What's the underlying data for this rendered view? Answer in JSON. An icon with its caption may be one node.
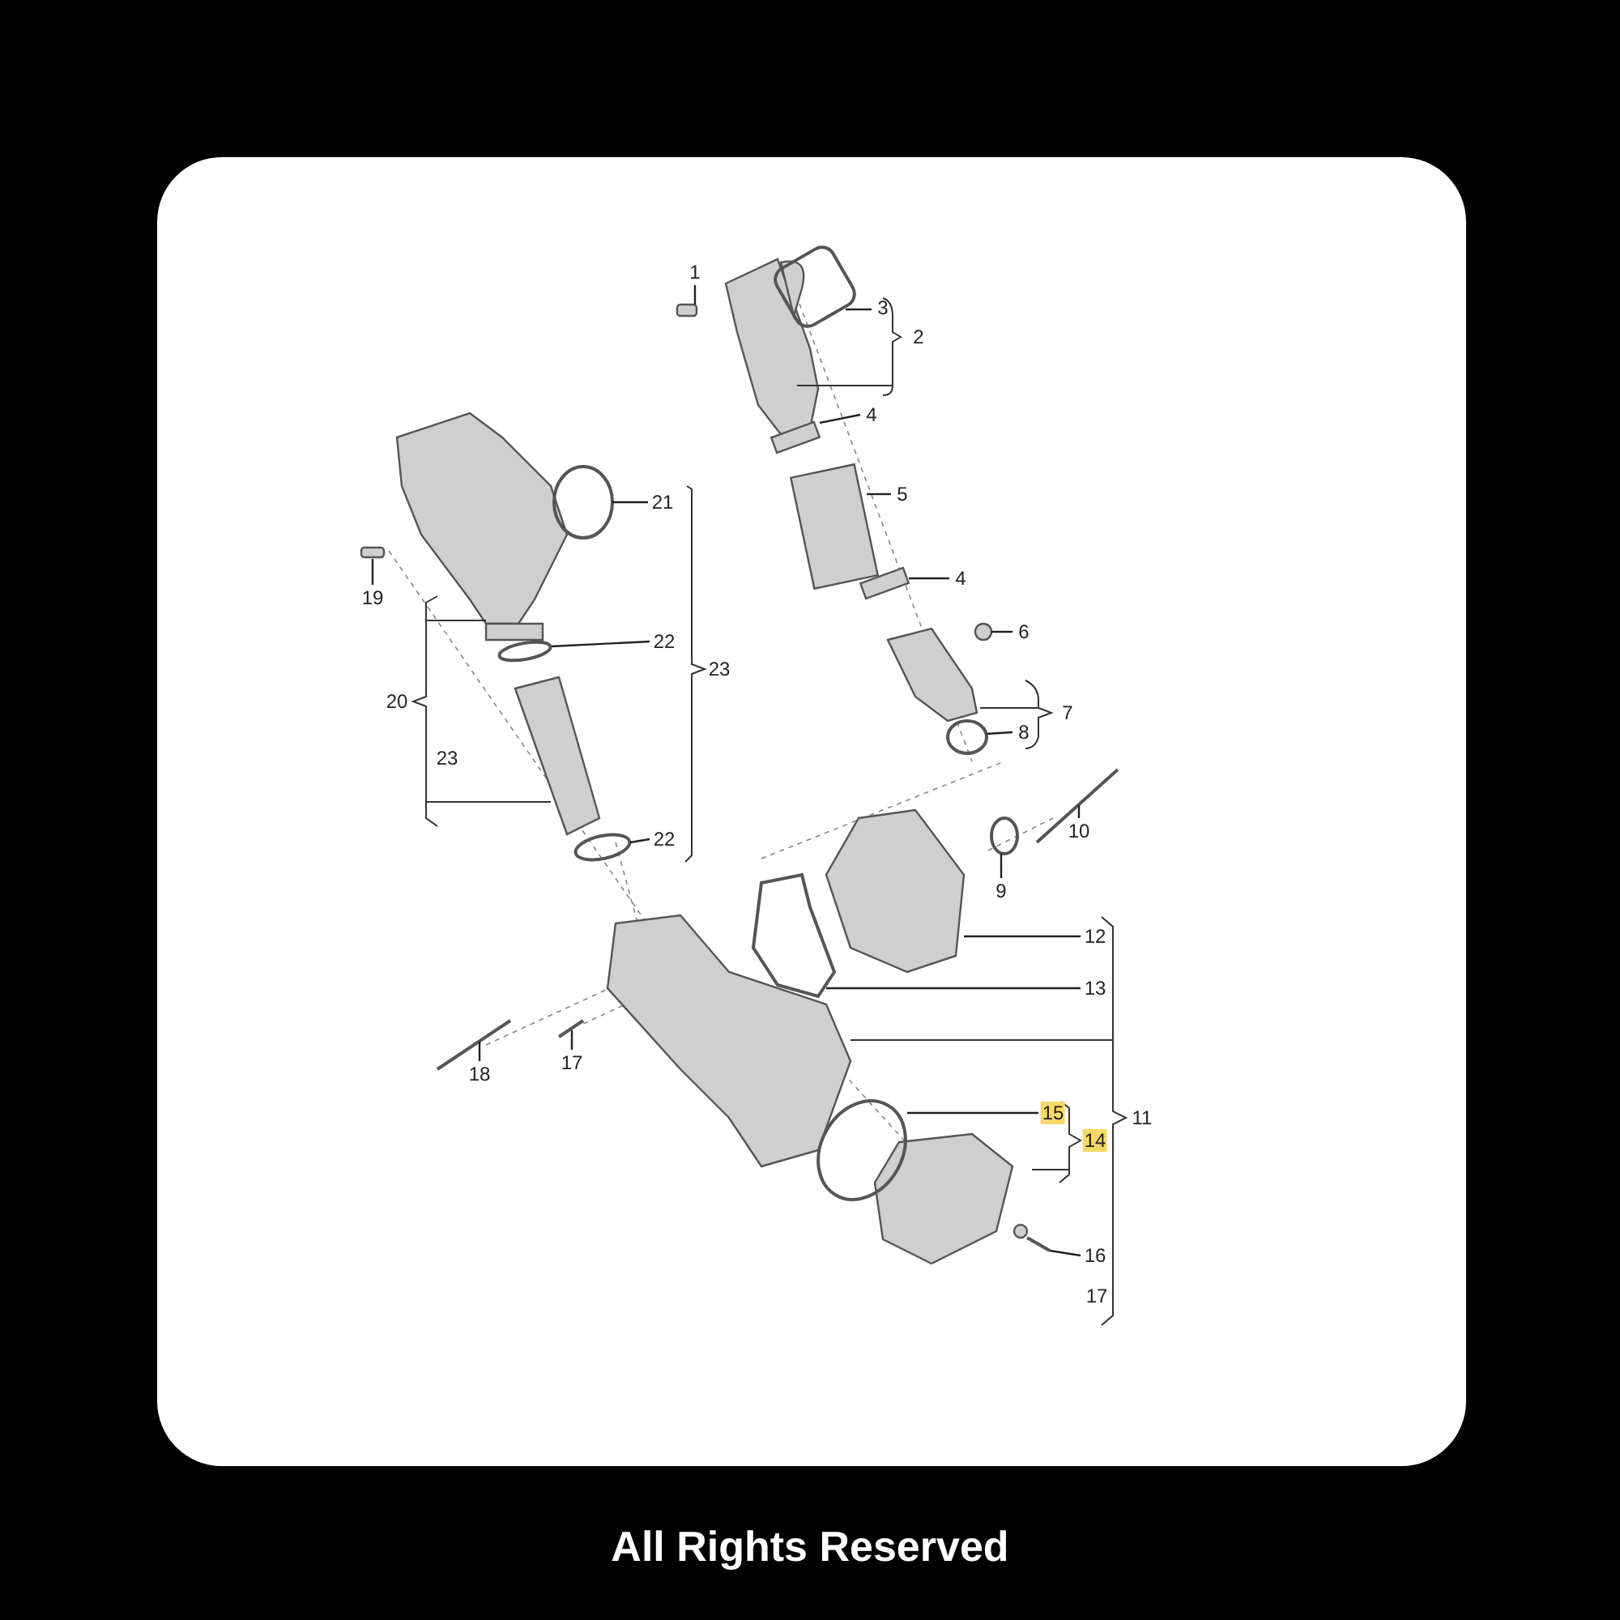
{
  "diagram": {
    "nodes": [
      {
        "text": [
          "1"
        ]
      },
      {
        "text": [
          "3"
        ]
      },
      {
        "text": [
          "4"
        ]
      },
      {
        "text": [
          "5"
        ]
      },
      {
        "text": [
          "4"
        ]
      },
      {
        "text": [
          "6"
        ]
      },
      {
        "text": [
          "8"
        ]
      },
      {
        "text": [
          "21"
        ]
      },
      {
        "text": [
          "19"
        ]
      },
      {
        "text": [
          "22"
        ]
      },
      {
        "text": [
          "22"
        ]
      },
      {
        "text": [
          "10"
        ]
      },
      {
        "text": [
          "9"
        ]
      },
      {
        "text": [
          "12"
        ]
      },
      {
        "text": [
          "13"
        ]
      },
      {
        "text": [
          "18"
        ]
      },
      {
        "text": [
          "17"
        ]
      },
      {
        "text": [
          "15"
        ]
      },
      {
        "text": [
          "16"
        ]
      },
      {
        "text": [
          "14"
        ]
      },
      {
        "text": [],
        "shape": "box"
      },
      {
        "text": [],
        "shape": "circle"
      }
    ],
    "edges": [
      {
        "from": 0,
        "to": null,
        "arrow": "none"
      },
      {
        "from": 1,
        "to": null,
        "arrow": "none"
      },
      {
        "from": 2,
        "to": 20,
        "arrow": "none"
      },
      {
        "from": 3,
        "to": null,
        "arrow": "none"
      },
      {
        "from": 4,
        "to": null,
        "arrow": "none"
      },
      {
        "from": 5,
        "to": null,
        "arrow": "none"
      },
      {
        "from": 6,
        "to": null,
        "arrow": "none"
      },
      {
        "from": 7,
        "to": null,
        "arrow": "none"
      },
      {
        "from": 8,
        "to": null,
        "arrow": "none"
      },
      {
        "from": 9,
        "to": 21,
        "arrow": "none"
      },
      {
        "from": 10,
        "to": null,
        "arrow": "none"
      },
      {
        "from": 11,
        "to": null,
        "arrow": "none"
      },
      {
        "from": 12,
        "to": null,
        "arrow": "none"
      },
      {
        "from": 13,
        "to": null,
        "arrow": "none"
      },
      {
        "from": 14,
        "to": null,
        "arrow": "none"
      },
      {
        "from": 15,
        "to": null,
        "arrow": "none"
      },
      {
        "from": 16,
        "to": null,
        "arrow": "none"
      },
      {
        "from": 17,
        "to": null,
        "arrow": "none"
      },
      {
        "from": 18,
        "to": null,
        "arrow": "none"
      }
    ],
    "labels": [
      "2",
      "23",
      "20",
      "23",
      "7",
      "11",
      "17",
      "All Rights Reserved"
    ]
  }
}
